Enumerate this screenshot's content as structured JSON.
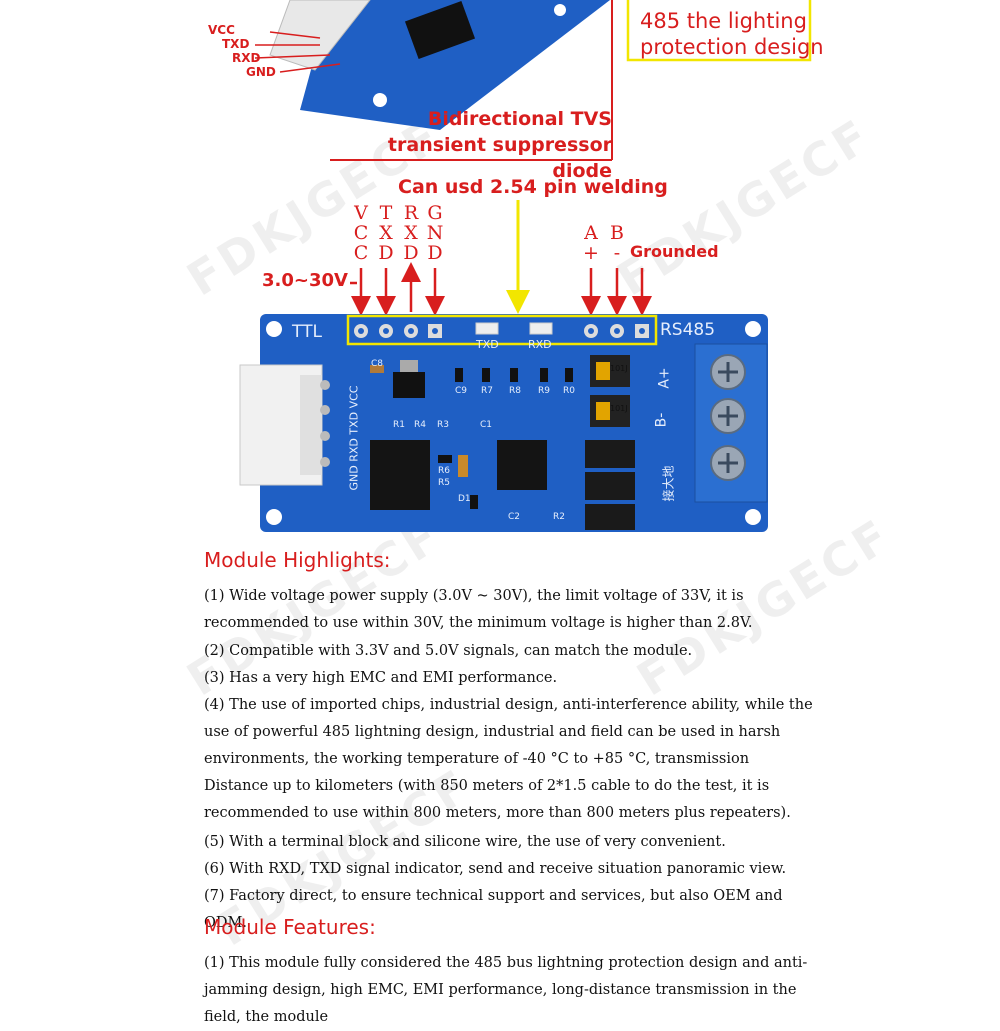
{
  "top": {
    "pin_labels": [
      "VCC",
      "TXD",
      "RXD",
      "GND"
    ],
    "lightning_callout": [
      "485 the lighting",
      "protection design"
    ],
    "tvs_callout": [
      "Bidirectional TVS",
      "transient suppressor diode"
    ]
  },
  "board_diagram": {
    "pin_weld_label": "Can usd 2.54 pin welding",
    "voltage_label": "3.0~30V",
    "ttl_pins": [
      {
        "letters": [
          "V",
          "C",
          "C"
        ]
      },
      {
        "letters": [
          "T",
          "X",
          "D"
        ]
      },
      {
        "letters": [
          "R",
          "X",
          "D"
        ]
      },
      {
        "letters": [
          "G",
          "N",
          "D"
        ]
      }
    ],
    "rs485_pins": [
      {
        "letters": [
          "A",
          "+"
        ]
      },
      {
        "letters": [
          "B",
          "-"
        ]
      }
    ],
    "grounded_label": "Grounded",
    "silk": {
      "ttl": "TTL",
      "rs485": "RS485",
      "txd": "TXD",
      "rxd": "RXD",
      "side_pins": "GND RXD TXD VCC",
      "a_plus": "A+",
      "b_minus": "B-",
      "ground_cn": "接大地",
      "tvs_code": "101J",
      "components": [
        "C8",
        "C9",
        "R7",
        "R8",
        "R9",
        "R0",
        "R1",
        "R4",
        "R3",
        "C1",
        "R6",
        "R5",
        "D1",
        "C2",
        "R2"
      ]
    }
  },
  "highlights": {
    "title": "Module Highlights:",
    "items": [
      "(1) Wide voltage power supply (3.0V ~ 30V), the limit voltage of 33V, it is recommended to use within 30V, the minimum voltage is higher than 2.8V.",
      "(2) Compatible with 3.3V and 5.0V signals, can match the module.",
      "(3) Has a very high EMC and EMI performance.",
      "(4) The use of imported chips, industrial design, anti-interference ability, while the use of powerful 485 lightning design, industrial and field can be used in harsh environments, the working temperature of -40 °C to +85 °C, transmission Distance up to kilometers (with 850 meters of 2*1.5 cable to do the test, it is recommended to use within 800 meters, more than 800 meters plus repeaters).",
      "(5) With a terminal block and silicone wire, the use of very convenient.",
      "(6) With RXD, TXD signal indicator, send and receive situation panoramic view.",
      "(7) Factory direct, to ensure technical support and services, but also OEM and ODM."
    ]
  },
  "features": {
    "title": "Module Features:",
    "items": [
      "(1) This module fully considered the 485 bus lightning protection design and anti-jamming design, high EMC, EMI performance, long-distance transmission in the field, the module"
    ]
  },
  "watermark": "FDKJGECF",
  "colors": {
    "red": "#d81e1e",
    "yellow": "#f2e600",
    "board_blue": "#1f5fc4"
  }
}
